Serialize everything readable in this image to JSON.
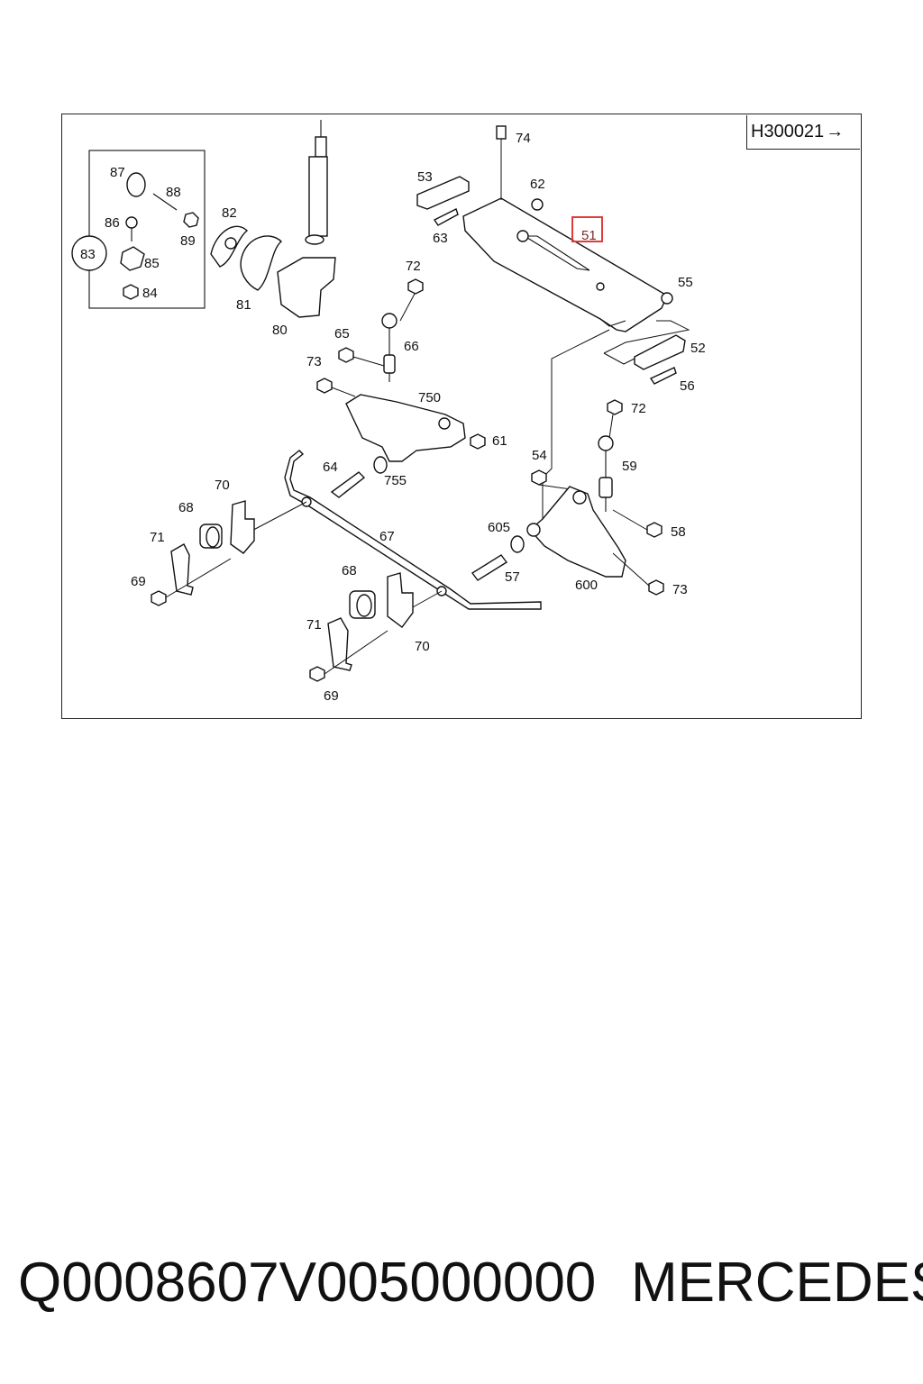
{
  "diagram": {
    "reference_code": "H300021",
    "reference_arrow": "→",
    "highlighted_part": "51",
    "part_numbers": {
      "p87": "87",
      "p88": "88",
      "p86": "86",
      "p89": "89",
      "p83": "83",
      "p85": "85",
      "p84": "84",
      "p82": "82",
      "p81": "81",
      "p80": "80",
      "p74": "74",
      "p53": "53",
      "p62": "62",
      "p63": "63",
      "p51": "51",
      "p55": "55",
      "p52": "52",
      "p56": "56",
      "p72a": "72",
      "p65": "65",
      "p66": "66",
      "p73a": "73",
      "p750": "750",
      "p61": "61",
      "p64": "64",
      "p755": "755",
      "p70a": "70",
      "p68a": "68",
      "p71a": "71",
      "p69a": "69",
      "p67": "67",
      "p72b": "72",
      "p54": "54",
      "p59": "59",
      "p605": "605",
      "p58": "58",
      "p57": "57",
      "p600": "600",
      "p73b": "73",
      "p68b": "68",
      "p71b": "71",
      "p70b": "70",
      "p69b": "69"
    }
  },
  "footer": {
    "part_code": "Q0008607V005000000",
    "brand": "MERCEDES"
  }
}
